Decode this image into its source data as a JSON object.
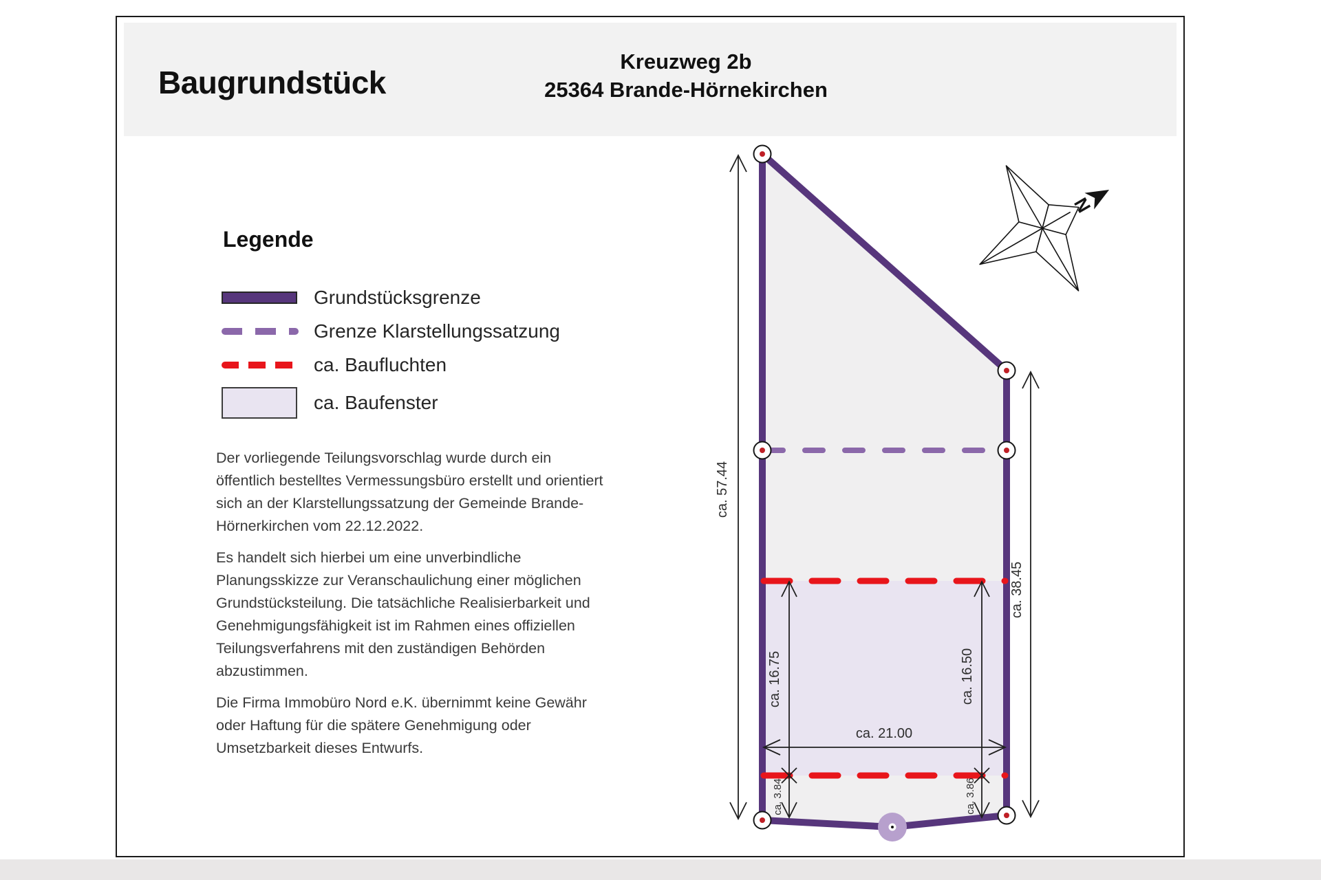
{
  "header": {
    "title": "Baugrundstück",
    "address_line1": "Kreuzweg 2b",
    "address_line2": "25364 Brande-Hörnekirchen"
  },
  "legend": {
    "heading": "Legende",
    "items": [
      {
        "key": "grundstuecksgrenze",
        "label": "Grundstücksgrenze",
        "swatch": "solid-purple-bar"
      },
      {
        "key": "klarstellungssatzung",
        "label": "Grenze Klarstellungssatzung",
        "swatch": "dashed-lavender-line"
      },
      {
        "key": "baufluchten",
        "label": "ca. Baufluchten",
        "swatch": "dashed-red-line"
      },
      {
        "key": "baufenster",
        "label": "ca. Baufenster",
        "swatch": "filled-lavender-box"
      }
    ]
  },
  "notes": [
    "Der vorliegende Teilungsvorschlag wurde durch ein öffentlich bestelltes Vermessungsbüro erstellt und orientiert sich an der Klarstellungssatzung der Gemeinde Brande-Hörnerkirchen vom 22.12.2022.",
    "Es handelt sich hierbei um eine unverbindliche Planungsskizze zur Veranschaulichung einer möglichen Grundstücksteilung. Die tatsächliche Realisierbarkeit und Genehmigungsfähigkeit ist im Rahmen eines offiziellen Teilungsverfahrens mit den zuständigen Behörden abzustimmen.",
    "Die Firma Immobüro Nord e.K. übernimmt keine Gewähr oder Haftung für die spätere Genehmigung oder Umsetzbarkeit dieses Entwurfs."
  ],
  "plan": {
    "north_label": "N",
    "measurements": {
      "left_total": "ca. 57.44",
      "right_total": "ca. 38.45",
      "inner_left": "ca. 16.75",
      "inner_right": "ca. 16.50",
      "width_front": "ca. 21.00",
      "bottom_left": "ca. 3.84",
      "bottom_right": "ca. 3.86"
    }
  },
  "colors": {
    "boundary_purple": "#57367C",
    "klarstellung_dash": "#8B68AA",
    "bauflucht_red": "#E8151B",
    "baufenster_fill": "#E9E4F1",
    "parcel_fill": "#F0EFF0",
    "marker_dot_red": "#BF2026",
    "access_circle": "#B7A0CD",
    "header_band": "#F2F2F2"
  }
}
